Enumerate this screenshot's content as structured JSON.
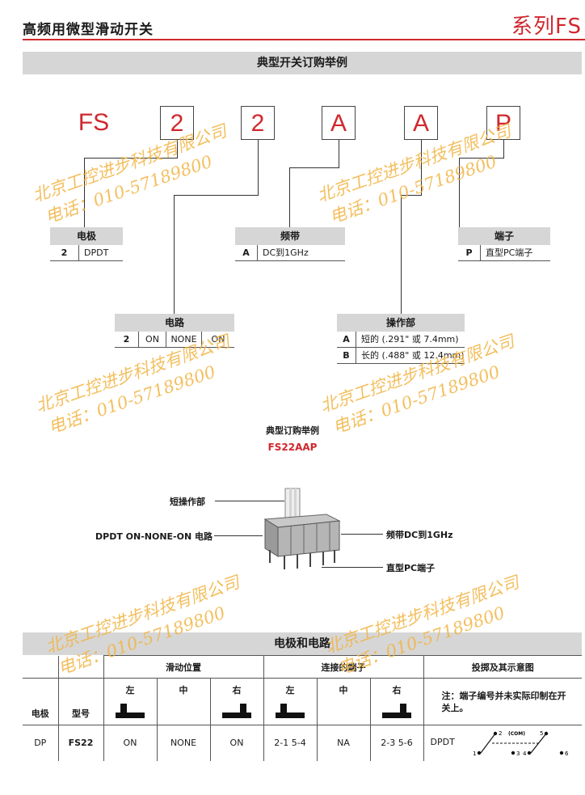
{
  "header": {
    "title": "高频用微型滑动开关",
    "series": "系列FS"
  },
  "section1": {
    "title": "典型开关订购举例"
  },
  "code_boxes": [
    "FS",
    "2",
    "2",
    "A",
    "A",
    "P"
  ],
  "legends": {
    "poles": {
      "title": "电极",
      "rows": [
        {
          "k": "2",
          "v": "DPDT"
        }
      ]
    },
    "freq": {
      "title": "频带",
      "rows": [
        {
          "k": "A",
          "v": "DC到1GHz"
        }
      ]
    },
    "term": {
      "title": "端子",
      "rows": [
        {
          "k": "P",
          "v": "直型PC端子"
        }
      ]
    },
    "circuit": {
      "title": "电路",
      "k": "2",
      "cols": [
        "ON",
        "NONE",
        "ON"
      ]
    },
    "actuator": {
      "title": "操作部",
      "rows": [
        {
          "k": "A",
          "v": "短的 (.291\" 或 7.4mm)"
        },
        {
          "k": "B",
          "v": "长的 (.488\" 或 12.4mm)"
        }
      ]
    }
  },
  "example": {
    "label": "典型订购举例",
    "code": "FS22AAP"
  },
  "product_labels": {
    "actuator": "短操作部",
    "circuit": "DPDT ON-NONE-ON 电路",
    "freq": "频带DC到1GHz",
    "term": "直型PC端子"
  },
  "section2": {
    "title": "电极和电路"
  },
  "table": {
    "group_headers": [
      "滑动位置",
      "连接的端子",
      "投掷及其示意图"
    ],
    "positions": [
      "左",
      "中",
      "右"
    ],
    "row_headers": [
      "电极",
      "型号"
    ],
    "note": "注：端子编号并未实际印制在开关上。",
    "row": {
      "pole": "DP",
      "model": "FS22",
      "pos": [
        "ON",
        "NONE",
        "ON"
      ],
      "terms": [
        "2-1 5-4",
        "NA",
        "2-3 5-6"
      ],
      "throw": "DPDT"
    },
    "schematic": {
      "com": "(COM)",
      "pins": [
        "1",
        "2",
        "3",
        "4",
        "5",
        "6"
      ]
    }
  },
  "watermark": {
    "line1": "北京工控进步科技有限公司",
    "line2": "电话：010-57189800"
  }
}
